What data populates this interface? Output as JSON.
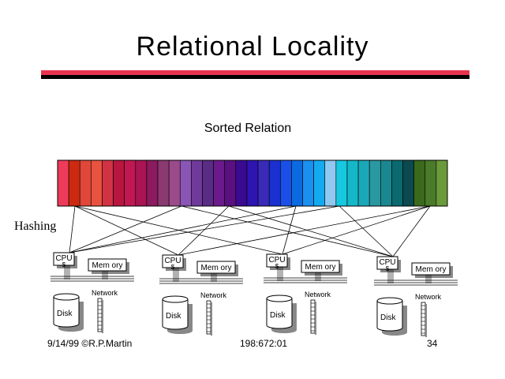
{
  "slide": {
    "title": "Relational Locality",
    "subtitle": "Sorted Relation",
    "hashing_label": "Hashing",
    "footer": {
      "left": "9/14/99 ©R.P.Martin",
      "center": "198:672:01",
      "right": "34"
    }
  },
  "nodes": [
    {
      "cpu_label": "CPU",
      "cache_label": "$",
      "memory_label": "Mem ory",
      "network_label": "Network",
      "disk_label": "Disk"
    },
    {
      "cpu_label": "CPU",
      "cache_label": "$",
      "memory_label": "Mem ory",
      "network_label": "Network",
      "disk_label": "Disk"
    },
    {
      "cpu_label": "CPU",
      "cache_label": "$",
      "memory_label": "Mem ory",
      "network_label": "Network",
      "disk_label": "Disk"
    },
    {
      "cpu_label": "CPU",
      "cache_label": "$",
      "memory_label": "Mem ory",
      "network_label": "Network",
      "disk_label": "Disk"
    }
  ],
  "relation_colors": [
    "#ef3b5a",
    "#cc2a10",
    "#e0463a",
    "#e8533f",
    "#d23344",
    "#b8163e",
    "#c01852",
    "#a91452",
    "#8c1a5e",
    "#8a3a70",
    "#9b4a8a",
    "#8a55b5",
    "#6f3a9a",
    "#5a2c86",
    "#6a1a8a",
    "#5a1080",
    "#3a0a90",
    "#2e14b0",
    "#3a2ab8",
    "#1a30d0",
    "#1a50e8",
    "#0c6ae0",
    "#1a90f0",
    "#14aaf0",
    "#90c8f0",
    "#16c8e0",
    "#14b8c8",
    "#1aa8b8",
    "#2a98a0",
    "#1a8890",
    "#0a6a70",
    "#0a4a50",
    "#3a6a1a",
    "#4a7a2a",
    "#6a9a3a"
  ]
}
